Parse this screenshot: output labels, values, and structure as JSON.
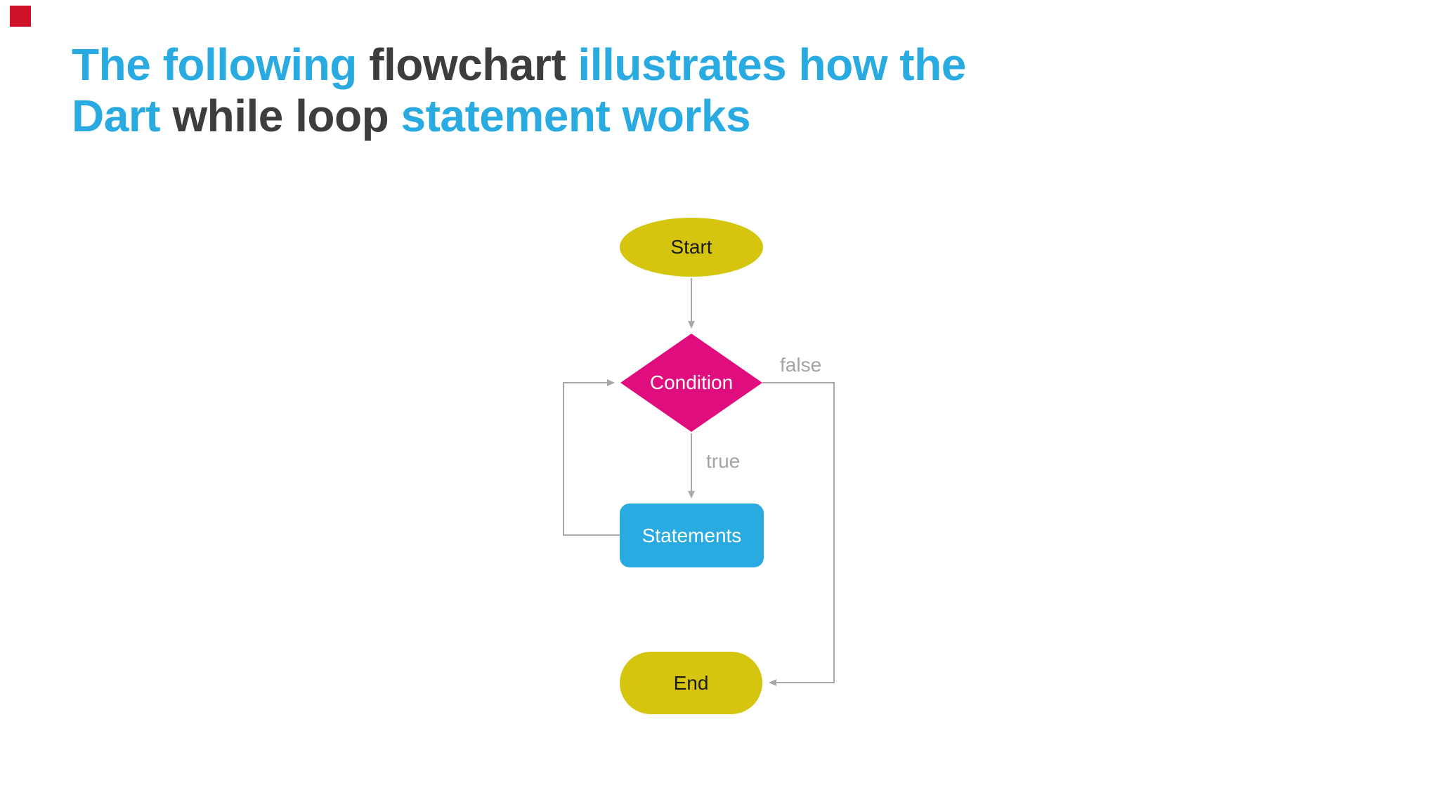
{
  "colors": {
    "accent": "#29abe2",
    "dark": "#3d3d3d",
    "yellow": "#d5c50f",
    "pink": "#e00d7e",
    "blue": "#29abe2",
    "line": "#a8a8a8",
    "label": "#a4a4a4",
    "marker": "#ce1126",
    "ink": "#1a1a1a"
  },
  "title": {
    "lines": [
      {
        "segments": [
          {
            "text": "The following ",
            "style": "accent"
          },
          {
            "text": "flowchart ",
            "style": "dark"
          },
          {
            "text": "illustrates how the",
            "style": "accent"
          }
        ]
      },
      {
        "segments": [
          {
            "text": "Dart ",
            "style": "accent"
          },
          {
            "text": "while loop ",
            "style": "dark"
          },
          {
            "text": "statement works",
            "style": "accent"
          }
        ]
      }
    ]
  },
  "flowchart": {
    "nodes": {
      "start": {
        "label": "Start",
        "shape": "ellipse",
        "fill": "#d5c50f"
      },
      "condition": {
        "label": "Condition",
        "shape": "diamond",
        "fill": "#e00d7e"
      },
      "statements": {
        "label": "Statements",
        "shape": "rounded-rect",
        "fill": "#29abe2"
      },
      "end": {
        "label": "End",
        "shape": "stadium",
        "fill": "#d5c50f"
      }
    },
    "edge_labels": {
      "true": "true",
      "false": "false"
    }
  }
}
